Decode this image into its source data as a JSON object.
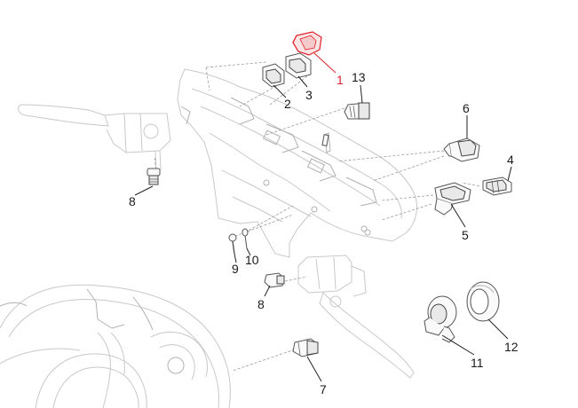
{
  "diagram": {
    "highlight_color": "#e0202a",
    "callouts": [
      {
        "id": "1",
        "text": "1",
        "highlighted": true
      },
      {
        "id": "2",
        "text": "2",
        "highlighted": false
      },
      {
        "id": "3",
        "text": "3",
        "highlighted": false
      },
      {
        "id": "13",
        "text": "13",
        "highlighted": false
      },
      {
        "id": "6",
        "text": "6",
        "highlighted": false
      },
      {
        "id": "4",
        "text": "4",
        "highlighted": false
      },
      {
        "id": "5",
        "text": "5",
        "highlighted": false
      },
      {
        "id": "8a",
        "text": "8",
        "highlighted": false
      },
      {
        "id": "9",
        "text": "9",
        "highlighted": false
      },
      {
        "id": "10",
        "text": "10",
        "highlighted": false
      },
      {
        "id": "8b",
        "text": "8",
        "highlighted": false
      },
      {
        "id": "11",
        "text": "11",
        "highlighted": false
      },
      {
        "id": "12",
        "text": "12",
        "highlighted": false
      },
      {
        "id": "7",
        "text": "7",
        "highlighted": false
      }
    ]
  }
}
